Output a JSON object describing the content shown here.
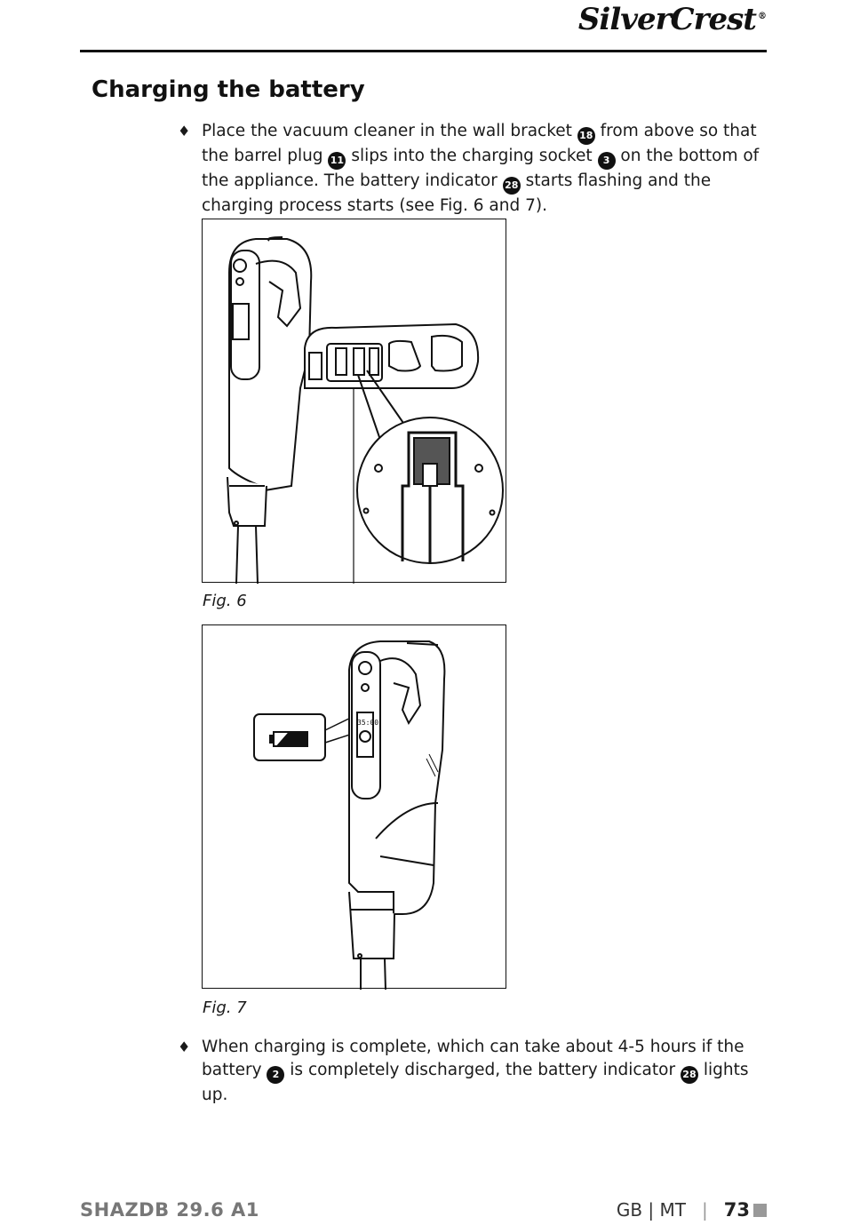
{
  "header": {
    "brand": "SilverCrest",
    "reg": "®"
  },
  "section": {
    "title": "Charging the battery"
  },
  "bullets": {
    "b1": {
      "mark": "♦",
      "t1": "Place the vacuum cleaner in the wall bracket ",
      "n1": "18",
      "t2": " from above so that the barrel plug ",
      "n2": "11",
      "t3": " slips into the charging socket ",
      "n3": "3",
      "t4": " on the bottom of the appliance. The battery indicator ",
      "n4": "28",
      "t5": " starts flashing and the charging process starts (see Fig. 6 and 7)."
    },
    "b2": {
      "mark": "♦",
      "t1": "When charging is complete, which can take about 4-5 hours if the battery ",
      "n1": "2",
      "t2": " is completely discharged, the battery indicator ",
      "n2": "28",
      "t3": " lights up."
    }
  },
  "figures": {
    "fig6": {
      "caption": "Fig. 6"
    },
    "fig7": {
      "caption": "Fig. 7",
      "display": "35:00"
    }
  },
  "footer": {
    "model": "SHAZDB 29.6 A1",
    "lang": "GB | MT",
    "sep": "|",
    "page": "73"
  }
}
